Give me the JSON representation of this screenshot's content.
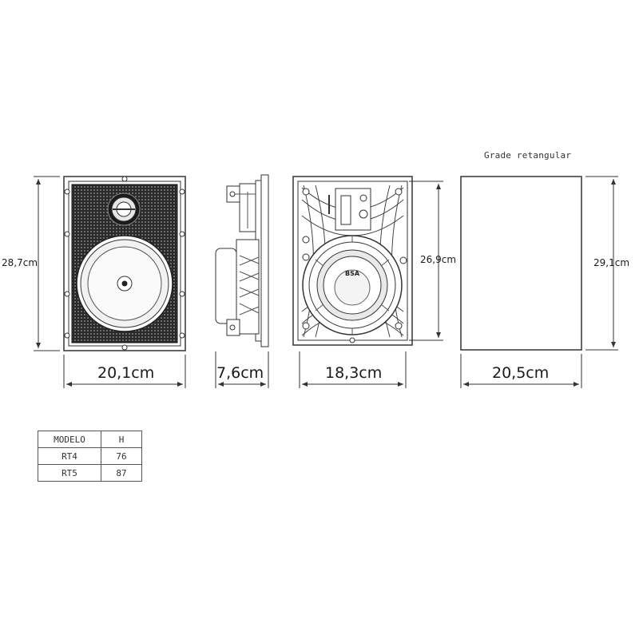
{
  "front_view": {
    "width_label": "20,1cm",
    "height_label": "28,7cm"
  },
  "side_view": {
    "depth_label": "7,6cm"
  },
  "back_view": {
    "width_label": "18,3cm",
    "height_label": "26,9cm",
    "brand_text": "BSA"
  },
  "grille_view": {
    "title": "Grade retangular",
    "width_label": "20,5cm",
    "height_label": "29,1cm"
  },
  "model_table": {
    "headers": [
      "MODELO",
      "H"
    ],
    "rows": [
      [
        "RT4",
        "76"
      ],
      [
        "RT5",
        "87"
      ]
    ]
  }
}
